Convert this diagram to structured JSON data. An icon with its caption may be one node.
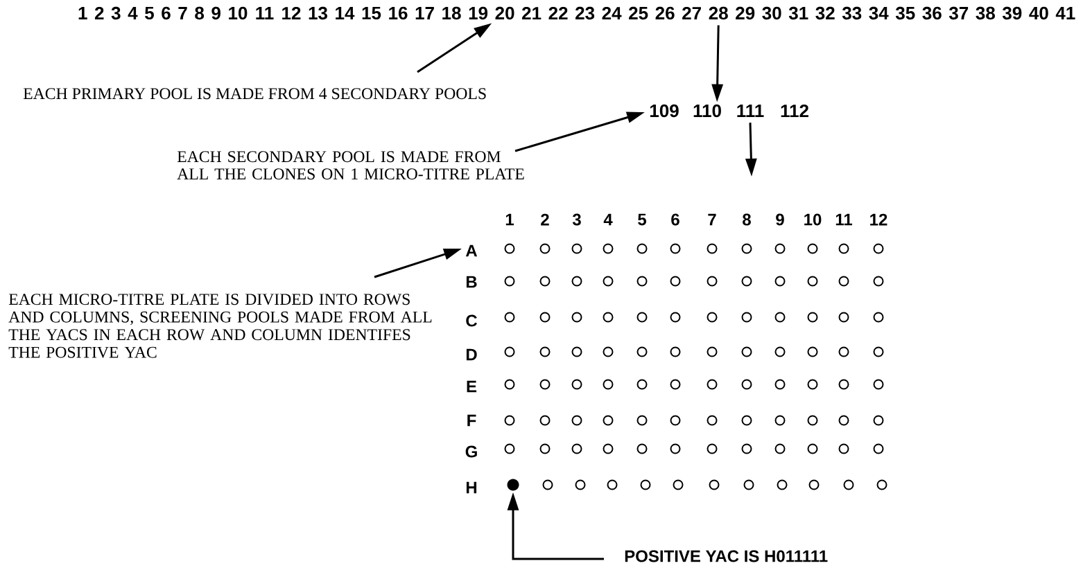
{
  "diagram": {
    "nodes": [
      {
        "text": [
          "1"
        ]
      },
      {
        "text": [
          "2"
        ]
      },
      {
        "text": [
          "3"
        ]
      },
      {
        "text": [
          "4"
        ]
      },
      {
        "text": [
          "5"
        ]
      },
      {
        "text": [
          "6"
        ]
      },
      {
        "text": [
          "7"
        ]
      },
      {
        "text": [
          "8"
        ]
      },
      {
        "text": [
          "9"
        ]
      },
      {
        "text": [
          "10"
        ]
      },
      {
        "text": [
          "11"
        ]
      },
      {
        "text": [
          "12"
        ]
      },
      {
        "text": [
          "13"
        ]
      },
      {
        "text": [
          "14"
        ]
      },
      {
        "text": [
          "15"
        ]
      },
      {
        "text": [
          "16"
        ]
      },
      {
        "text": [
          "17"
        ]
      },
      {
        "text": [
          "18"
        ]
      },
      {
        "text": [
          "19"
        ]
      },
      {
        "text": [
          "20"
        ]
      },
      {
        "text": [
          "21"
        ]
      },
      {
        "text": [
          "22"
        ]
      },
      {
        "text": [
          "23"
        ]
      },
      {
        "text": [
          "24"
        ]
      },
      {
        "text": [
          "25"
        ]
      },
      {
        "text": [
          "26"
        ]
      },
      {
        "text": [
          "27"
        ]
      },
      {
        "text": [
          "28"
        ]
      },
      {
        "text": [
          "29"
        ]
      },
      {
        "text": [
          "30"
        ]
      },
      {
        "text": [
          "31"
        ]
      },
      {
        "text": [
          "32"
        ]
      },
      {
        "text": [
          "33"
        ]
      },
      {
        "text": [
          "34"
        ]
      },
      {
        "text": [
          "35"
        ]
      },
      {
        "text": [
          "36"
        ]
      },
      {
        "text": [
          "37"
        ]
      },
      {
        "text": [
          "38"
        ]
      },
      {
        "text": [
          "39"
        ]
      },
      {
        "text": [
          "40"
        ]
      },
      {
        "text": [
          "41"
        ]
      },
      {
        "text": [
          "EACH PRIMARY POOL IS MADE FROM 4 SECONDARY POOLS"
        ]
      },
      {
        "text": [
          "109"
        ]
      },
      {
        "text": [
          "110"
        ]
      },
      {
        "text": [
          "111"
        ]
      },
      {
        "text": [
          "112"
        ]
      },
      {
        "text": [
          "EACH SECONDARY POOL IS MADE FROM ALL THE CLONES ON 1 MICRO-TITRE PLATE"
        ]
      },
      {
        "text": [
          "EACH MICRO-TITRE PLATE IS DIVIDED INTO ROWS AND COLUMNS, SCREENING POOLS MADE FROM ALL THE YACS IN EACH ROW AND COLUMN IDENTIFES THE POSITIVE YAC"
        ]
      },
      {
        "text": [
          "A"
        ]
      },
      {
        "text": [],
        "shape": "circle"
      },
      {
        "text": [
          "POSITIVE YAC IS H011111"
        ]
      }
    ],
    "edges": [
      {
        "from": 41,
        "to": 19,
        "arrow": "to"
      },
      {
        "from": 27,
        "to": 43,
        "arrow": "to"
      },
      {
        "from": 46,
        "to": 42,
        "arrow": "to"
      },
      {
        "from": 44,
        "to": null,
        "arrow": "to"
      },
      {
        "from": 47,
        "to": 48,
        "arrow": "to"
      },
      {
        "from": 50,
        "to": 49,
        "arrow": "to"
      }
    ],
    "labels": [
      "1",
      "2",
      "3",
      "4",
      "5",
      "6",
      "7",
      "8",
      "9",
      "10",
      "11",
      "12",
      "B",
      "C",
      "D",
      "E",
      "F",
      "G",
      "H"
    ]
  }
}
